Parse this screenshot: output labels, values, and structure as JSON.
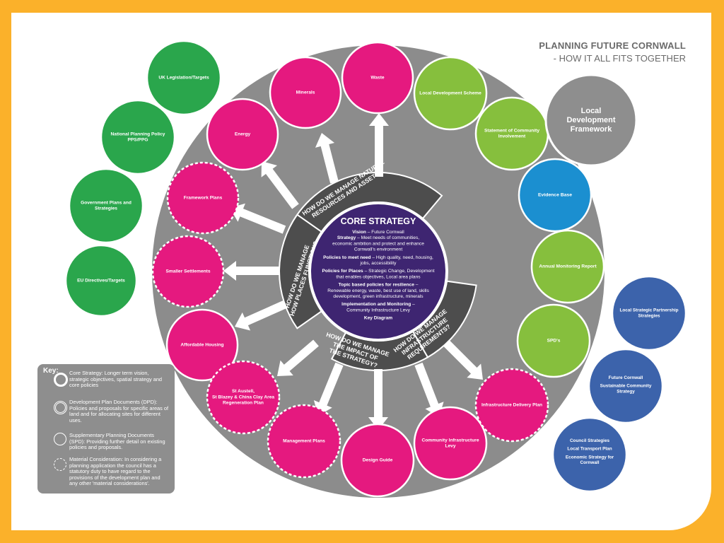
{
  "header": {
    "title": "PLANNING FUTURE CORNWALL",
    "subtitle": "- HOW IT ALL FITS TOGETHER"
  },
  "colors": {
    "background": "#fbb12a",
    "ring": "#8c8c8c",
    "core": "#3e2571",
    "pink": "#e5197f",
    "green_left": "#2aa64c",
    "green_right": "#86bf3d",
    "blue_light": "#1b8fd0",
    "blue_dark": "#3c63ab",
    "grey": "#8e8e8e"
  },
  "core": {
    "title": "CORE STRATEGY",
    "lines": [
      [
        {
          "b": "Vision"
        },
        {
          "t": " – Future Cornwall"
        }
      ],
      [
        {
          "b": "Strategy"
        },
        {
          "t": " – Meet needs of communities,"
        }
      ],
      [
        {
          "t": "economic ambition and protect and enhance"
        }
      ],
      [
        {
          "t": "Cornwall's environment"
        }
      ],
      [
        {
          "b": "Policies to meet need"
        },
        {
          "t": " – High quality, need, housing,"
        }
      ],
      [
        {
          "t": "jobs, accessibility"
        }
      ],
      [
        {
          "b": "Policies for Places"
        },
        {
          "t": " – Strategic Change, Development"
        }
      ],
      [
        {
          "t": "that enables objectives, Local area plans"
        }
      ],
      [
        {
          "b": "Topic based policies for resilience"
        },
        {
          "t": " –"
        }
      ],
      [
        {
          "t": "Renewable energy, waste, best use of land, skills"
        }
      ],
      [
        {
          "t": "development, green infrastructure, minerals"
        }
      ],
      [
        {
          "b": "Implementation and Monitoring"
        },
        {
          "t": " –"
        }
      ],
      [
        {
          "t": "Community Infrastructure Levy"
        }
      ],
      [
        {
          "b": "Key Diagram"
        }
      ]
    ]
  },
  "segments": [
    {
      "name": "natural-resources",
      "lines": [
        "HOW DO WE MANAGE NATURAL",
        "RESOURCES AND ASSETS?"
      ]
    },
    {
      "name": "places",
      "lines": [
        "HOW DO WE MANAGE",
        "HOW PLACES FUNCTION?"
      ]
    },
    {
      "name": "impact",
      "lines": [
        "HOW DO WE MANAGE",
        "THE IMPACT OF",
        "THE STRATEGY?"
      ]
    },
    {
      "name": "infrastructure",
      "lines": [
        "HOW DO WE MANAGE",
        "INFRASTRUCTURE",
        "REQUIREMENTS?"
      ]
    }
  ],
  "pink_circles": [
    {
      "label": [
        "Minerals"
      ],
      "dashed": false
    },
    {
      "label": [
        "Waste"
      ],
      "dashed": false
    },
    {
      "label": [
        "Energy"
      ],
      "dashed": false
    },
    {
      "label": [
        "Framework Plans"
      ],
      "dashed": true
    },
    {
      "label": [
        "Smaller Settlements"
      ],
      "dashed": true
    },
    {
      "label": [
        "Affordable Housing"
      ],
      "dashed": false
    },
    {
      "label": [
        "St Austell,",
        "St Blazey & China Clay Area",
        "Regeneration Plan"
      ],
      "dashed": true
    },
    {
      "label": [
        "Management Plans"
      ],
      "dashed": true
    },
    {
      "label": [
        "Design Guide"
      ],
      "dashed": false
    },
    {
      "label": [
        "Community Infrastructure",
        "Levy"
      ],
      "dashed": false
    },
    {
      "label": [
        "Infrastructure Delivery Plan"
      ],
      "dashed": true
    }
  ],
  "green_left_circles": [
    {
      "label": [
        "UK Legislation/Targets"
      ]
    },
    {
      "label": [
        "National Planning Policy",
        "PPS/PPG"
      ]
    },
    {
      "label": [
        "Government Plans and",
        "Strategies"
      ]
    },
    {
      "label": [
        "EU Directives/Targets"
      ]
    }
  ],
  "green_right_circles": [
    {
      "label": [
        "Local Development Scheme"
      ]
    },
    {
      "label": [
        "Statement of Community",
        "Involvement"
      ]
    },
    {
      "label": [
        "Annual Monitoring Report"
      ]
    },
    {
      "label": [
        "SPD's"
      ]
    }
  ],
  "ldf": {
    "label": [
      "Local",
      "Development",
      "Framework"
    ]
  },
  "evidence": {
    "label": [
      "Evidence Base"
    ]
  },
  "blue_circles": [
    {
      "label": [
        "Local Strategic Partnership",
        "Strategies"
      ]
    },
    {
      "label": [
        "Future Cornwall",
        "",
        "Sustainable Community",
        "Strategy"
      ]
    },
    {
      "label": [
        "Council Strategies",
        "",
        "Local Transport Plan",
        "",
        "Economic Strategy for",
        "Cornwall"
      ]
    }
  ],
  "key": {
    "title": "Key:",
    "items": [
      {
        "text": "Core Strategy: Longer term vision, strategic objectives, spatial strategy and core policies"
      },
      {
        "text": "Development Plan Documents (DPD): Policies and proposals for specific areas of land and for allocating sites for different uses."
      },
      {
        "text": "Supplementary Planning Documents (SPD): Providing further detail on existing policies and proposals."
      },
      {
        "text": "Material Consideration: In considering a planning application the council has a statutory duty to have regard to the provisions of the development plan and any other 'material considerations'."
      }
    ]
  }
}
